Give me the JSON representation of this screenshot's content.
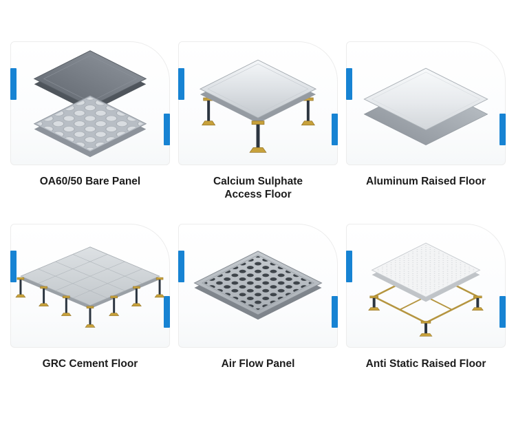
{
  "accent_color": "#1783d3",
  "products": [
    {
      "label": "OA60/50 Bare Panel",
      "image": "bare-panel"
    },
    {
      "label": "Calcium Sulphate\nAccess Floor",
      "image": "calcium-sulphate-access-floor"
    },
    {
      "label": "Aluminum Raised Floor",
      "image": "aluminum-raised-floor"
    },
    {
      "label": "GRC Cement Floor",
      "image": "grc-cement-floor"
    },
    {
      "label": "Air Flow Panel",
      "image": "air-flow-panel"
    },
    {
      "label": "Anti Static Raised Floor",
      "image": "anti-static-raised-floor"
    }
  ]
}
